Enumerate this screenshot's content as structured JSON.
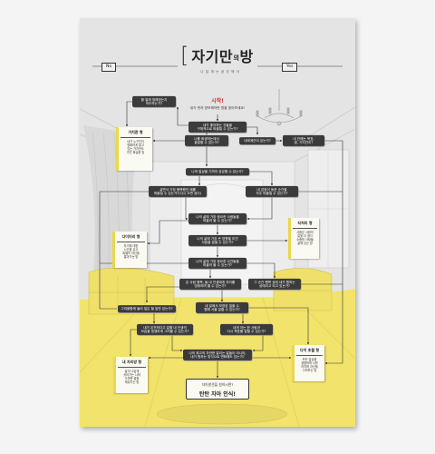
{
  "title": {
    "bracket": "[",
    "part1": "자기만",
    "part2": "의",
    "part3": "방",
    "subtitle": "나 답 게 는 공 간 에 서"
  },
  "direction": {
    "no": "No",
    "yes": "Yes"
  },
  "start": {
    "label": "시작!",
    "instruction": "내가 먼저 양보해야만 맘을 찾아보세요!"
  },
  "nodes": [
    {
      "text": "내가 좋아하는 것들을\n구체적으로 떠올릴 수 있는가?"
    },
    {
      "text": "할 일에 정해졌는지\n의도하는가?"
    },
    {
      "text": "나를 희생하는데서\n출발할 수 있는가?"
    },
    {
      "text": "내세계관이 있는가?"
    },
    {
      "text": "내 안에는 목표,\n꿈, 가치관이?"
    },
    {
      "text": "나의 일상을 기꺼이 공유할 수 있는가?"
    },
    {
      "text": "살면서 가장 행복했던 때를\n떠올릴 수 있는가?(다시 오면 된다)"
    },
    {
      "text": "내 감정이 동한 순간을\n자주 떠올릴 수 있는가?"
    },
    {
      "text": "나의 삶에 가장 중요한 사람들을\n떠올려 볼 수 있는가?"
    },
    {
      "text": "나의 삶에 가장 큰 영향을 미친\n사람을 꼽을 수 있는가?"
    },
    {
      "text": "나의 삶에 가장 중요한 사건들을\n떠올려 볼 수 있는가?"
    },
    {
      "text": "온 사람 행복, 둘 내 인생에게 자리를\n영위하며 줄 수 있는가?"
    },
    {
      "text": "그 순간 행복 상태 내가 원하는\n상태이고 되고 있는가?"
    },
    {
      "text": "그리움함에 둘러 일은 할 일만 있는가?"
    },
    {
      "text": "내 일에서 보장된 일을 수\n원해 서울 말할 수 있는가?"
    },
    {
      "text": "내가 온전하다고 말할 내 인생의\n모습을 생생하게 그려볼 수 있는가?"
    },
    {
      "text": "내게 아는 한 사람과\n다시 목표를 말할 수 있는가?"
    },
    {
      "text": "나의 최고의 자만한 말이는 말들이 아니라,\n내가 원하는 방식으로 변화해도 있는가?"
    }
  ],
  "results": [
    {
      "title": "가치관 형",
      "text": "내가 누구인지\n명확하게 알고\n있는 가치관도\n가진 확실한 방"
    },
    {
      "title": "다이어리 형",
      "text": "자기에 대한\n시간을 갖고\n특별히 자신을\n알아가는 방"
    },
    {
      "title": "티처리 형",
      "text": "사람은 사람의\n말을 더 생각\n소중한 사람들\n곁에 있는 방"
    },
    {
      "title": "다이 초월 형",
      "text": "모든 일상을\n경험하며 나를\n아끼며 자신을\n그려보는 방"
    },
    {
      "title": "내 자리방 형",
      "text": "삶이 나답게\n흘러가는 나와\n가까운 곁을\n채워가는 방"
    }
  ],
  "end": {
    "line1": "자아발견을 원하시면?",
    "line2": "탄탄 자아 인식!"
  },
  "colors": {
    "node": "#3b3b3b",
    "accent_yellow": "#f1e36b",
    "start_red": "#d8302a",
    "poster": "#e4e4e4",
    "page_background": "#f4f4f4"
  }
}
